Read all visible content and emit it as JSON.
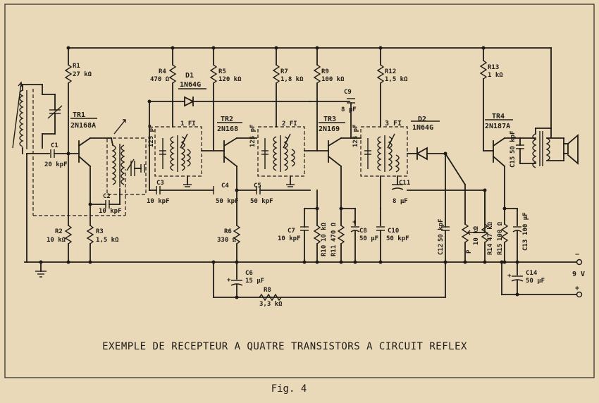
{
  "title": "EXEMPLE DE RECEPTEUR A QUATRE TRANSISTORS A CIRCUIT REFLEX",
  "figure_caption": "Fig. 4",
  "supply": {
    "voltage": "9 V",
    "minus": "−",
    "plus": "+"
  },
  "transistors": {
    "tr1": {
      "ref": "TR1",
      "type": "2N168A"
    },
    "tr2": {
      "ref": "TR2",
      "type": "2N168"
    },
    "tr3": {
      "ref": "TR3",
      "type": "2N169"
    },
    "tr4": {
      "ref": "TR4",
      "type": "2N187A"
    }
  },
  "diodes": {
    "d1": {
      "ref": "D1",
      "type": "1N64G"
    },
    "d2": {
      "ref": "D2",
      "type": "1N64G"
    }
  },
  "if_transformers": {
    "fi1": "1 FI",
    "fi2": "2 FI",
    "fi3": "3 FI"
  },
  "resistors": {
    "r1": {
      "ref": "R1",
      "value": "27 kΩ"
    },
    "r2": {
      "ref": "R2",
      "value": "10 kΩ"
    },
    "r3": {
      "ref": "R3",
      "value": "1,5 kΩ"
    },
    "r4": {
      "ref": "R4",
      "value": "470 Ω"
    },
    "r5": {
      "ref": "R5",
      "value": "120 kΩ"
    },
    "r6": {
      "ref": "R6",
      "value": "330 Ω"
    },
    "r7": {
      "ref": "R7",
      "value": "1,8 kΩ"
    },
    "r8": {
      "ref": "R8",
      "value": "3,3 kΩ"
    },
    "r9": {
      "ref": "R9",
      "value": "100 kΩ"
    },
    "r10": {
      "ref": "R10",
      "value": "10 kΩ"
    },
    "r11": {
      "ref": "R11",
      "value": "470 Ω"
    },
    "r12": {
      "ref": "R12",
      "value": "1,5 kΩ"
    },
    "r13": {
      "ref": "R13",
      "value": "1 kΩ"
    },
    "r14": {
      "ref": "R14",
      "value": "47 kΩ"
    },
    "r15": {
      "ref": "R15",
      "value": "100 Ω"
    },
    "pot": {
      "ref": "P",
      "value": "10 kΩ"
    }
  },
  "capacitors": {
    "c1": {
      "ref": "C1",
      "value": "20 kpF"
    },
    "c2": {
      "ref": "C2",
      "value": "10 kpF"
    },
    "c3": {
      "ref": "C3",
      "value": "10 kpF"
    },
    "c4": {
      "ref": "C4",
      "value": "50 kpF"
    },
    "c5": {
      "ref": "C5",
      "value": "50 kpF"
    },
    "c6": {
      "ref": "C6",
      "value": "15 µF"
    },
    "c7": {
      "ref": "C7",
      "value": "10 kpF"
    },
    "c8": {
      "ref": "C8",
      "value": "50 µF"
    },
    "c9": {
      "ref": "C9",
      "value": "8 µF"
    },
    "c10": {
      "ref": "C10",
      "value": "50 kpF"
    },
    "c11": {
      "ref": "C11",
      "value": "8 µF"
    },
    "c12": {
      "ref": "C12",
      "value": "50 kpF"
    },
    "c13": {
      "ref": "C13",
      "value": "100 µF"
    },
    "c14": {
      "ref": "C14",
      "value": "50 µF"
    },
    "c15": {
      "ref": "C15",
      "value": "50 kpF"
    },
    "tuning_125pf": "125 pF"
  }
}
